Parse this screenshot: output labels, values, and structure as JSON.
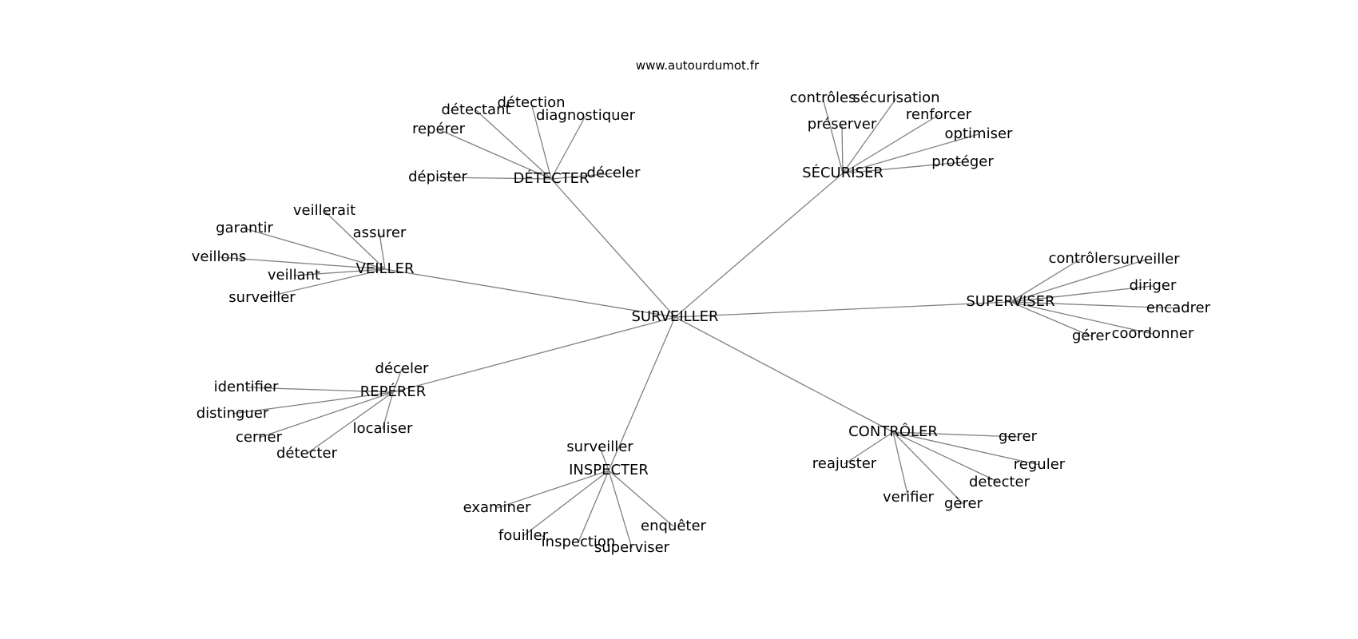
{
  "header": {
    "site": "www.autourdumot.fr"
  },
  "colors": {
    "edge": "#808080",
    "text": "#000000",
    "background": "#ffffff"
  },
  "graph": {
    "center": "SURVEILLER",
    "nodes": [
      {
        "id": "surveiller",
        "label": "SURVEILLER"
      },
      {
        "id": "detecter",
        "label": "DÉTECTER"
      },
      {
        "id": "securiser",
        "label": "SÉCURISER"
      },
      {
        "id": "veiller",
        "label": "VEILLER"
      },
      {
        "id": "superviser",
        "label": "SUPERVISER"
      },
      {
        "id": "reperer",
        "label": "REPÉRER"
      },
      {
        "id": "inspecter",
        "label": "INSPECTER"
      },
      {
        "id": "controler",
        "label": "CONTRÔLER"
      },
      {
        "id": "d1",
        "label": "détection"
      },
      {
        "id": "d2",
        "label": "détectant"
      },
      {
        "id": "d3",
        "label": "diagnostiquer"
      },
      {
        "id": "d4",
        "label": "repérer"
      },
      {
        "id": "d5",
        "label": "dépister"
      },
      {
        "id": "d6",
        "label": "déceler"
      },
      {
        "id": "s1",
        "label": "contrôles"
      },
      {
        "id": "s2",
        "label": "sécurisation"
      },
      {
        "id": "s3",
        "label": "préserver"
      },
      {
        "id": "s4",
        "label": "renforcer"
      },
      {
        "id": "s5",
        "label": "optimiser"
      },
      {
        "id": "s6",
        "label": "protéger"
      },
      {
        "id": "v1",
        "label": "veillerait"
      },
      {
        "id": "v2",
        "label": "garantir"
      },
      {
        "id": "v3",
        "label": "assurer"
      },
      {
        "id": "v4",
        "label": "veillons"
      },
      {
        "id": "v5",
        "label": "veillant"
      },
      {
        "id": "v6",
        "label": "surveiller"
      },
      {
        "id": "sp1",
        "label": "contrôler"
      },
      {
        "id": "sp2",
        "label": "surveiller"
      },
      {
        "id": "sp3",
        "label": "diriger"
      },
      {
        "id": "sp4",
        "label": "encadrer"
      },
      {
        "id": "sp5",
        "label": "gérer"
      },
      {
        "id": "sp6",
        "label": "coordonner"
      },
      {
        "id": "r1",
        "label": "déceler"
      },
      {
        "id": "r2",
        "label": "identifier"
      },
      {
        "id": "r3",
        "label": "distinguer"
      },
      {
        "id": "r4",
        "label": "localiser"
      },
      {
        "id": "r5",
        "label": "cerner"
      },
      {
        "id": "r6",
        "label": "détecter"
      },
      {
        "id": "i1",
        "label": "surveiller"
      },
      {
        "id": "i2",
        "label": "examiner"
      },
      {
        "id": "i3",
        "label": "enquêter"
      },
      {
        "id": "i4",
        "label": "fouiller"
      },
      {
        "id": "i5",
        "label": "inspection"
      },
      {
        "id": "i6",
        "label": "superviser"
      },
      {
        "id": "c1",
        "label": "gerer"
      },
      {
        "id": "c2",
        "label": "reajuster"
      },
      {
        "id": "c3",
        "label": "reguler"
      },
      {
        "id": "c4",
        "label": "detecter"
      },
      {
        "id": "c5",
        "label": "verifier"
      },
      {
        "id": "c6",
        "label": "gèrer"
      }
    ],
    "edges": [
      [
        "surveiller",
        "detecter"
      ],
      [
        "surveiller",
        "securiser"
      ],
      [
        "surveiller",
        "veiller"
      ],
      [
        "surveiller",
        "superviser"
      ],
      [
        "surveiller",
        "reperer"
      ],
      [
        "surveiller",
        "inspecter"
      ],
      [
        "surveiller",
        "controler"
      ],
      [
        "detecter",
        "d1"
      ],
      [
        "detecter",
        "d2"
      ],
      [
        "detecter",
        "d3"
      ],
      [
        "detecter",
        "d4"
      ],
      [
        "detecter",
        "d5"
      ],
      [
        "detecter",
        "d6"
      ],
      [
        "securiser",
        "s1"
      ],
      [
        "securiser",
        "s2"
      ],
      [
        "securiser",
        "s3"
      ],
      [
        "securiser",
        "s4"
      ],
      [
        "securiser",
        "s5"
      ],
      [
        "securiser",
        "s6"
      ],
      [
        "veiller",
        "v1"
      ],
      [
        "veiller",
        "v2"
      ],
      [
        "veiller",
        "v3"
      ],
      [
        "veiller",
        "v4"
      ],
      [
        "veiller",
        "v5"
      ],
      [
        "veiller",
        "v6"
      ],
      [
        "superviser",
        "sp1"
      ],
      [
        "superviser",
        "sp2"
      ],
      [
        "superviser",
        "sp3"
      ],
      [
        "superviser",
        "sp4"
      ],
      [
        "superviser",
        "sp5"
      ],
      [
        "superviser",
        "sp6"
      ],
      [
        "reperer",
        "r1"
      ],
      [
        "reperer",
        "r2"
      ],
      [
        "reperer",
        "r3"
      ],
      [
        "reperer",
        "r4"
      ],
      [
        "reperer",
        "r5"
      ],
      [
        "reperer",
        "r6"
      ],
      [
        "inspecter",
        "i1"
      ],
      [
        "inspecter",
        "i2"
      ],
      [
        "inspecter",
        "i3"
      ],
      [
        "inspecter",
        "i4"
      ],
      [
        "inspecter",
        "i5"
      ],
      [
        "inspecter",
        "i6"
      ],
      [
        "controler",
        "c1"
      ],
      [
        "controler",
        "c2"
      ],
      [
        "controler",
        "c3"
      ],
      [
        "controler",
        "c4"
      ],
      [
        "controler",
        "c5"
      ],
      [
        "controler",
        "c6"
      ]
    ]
  }
}
